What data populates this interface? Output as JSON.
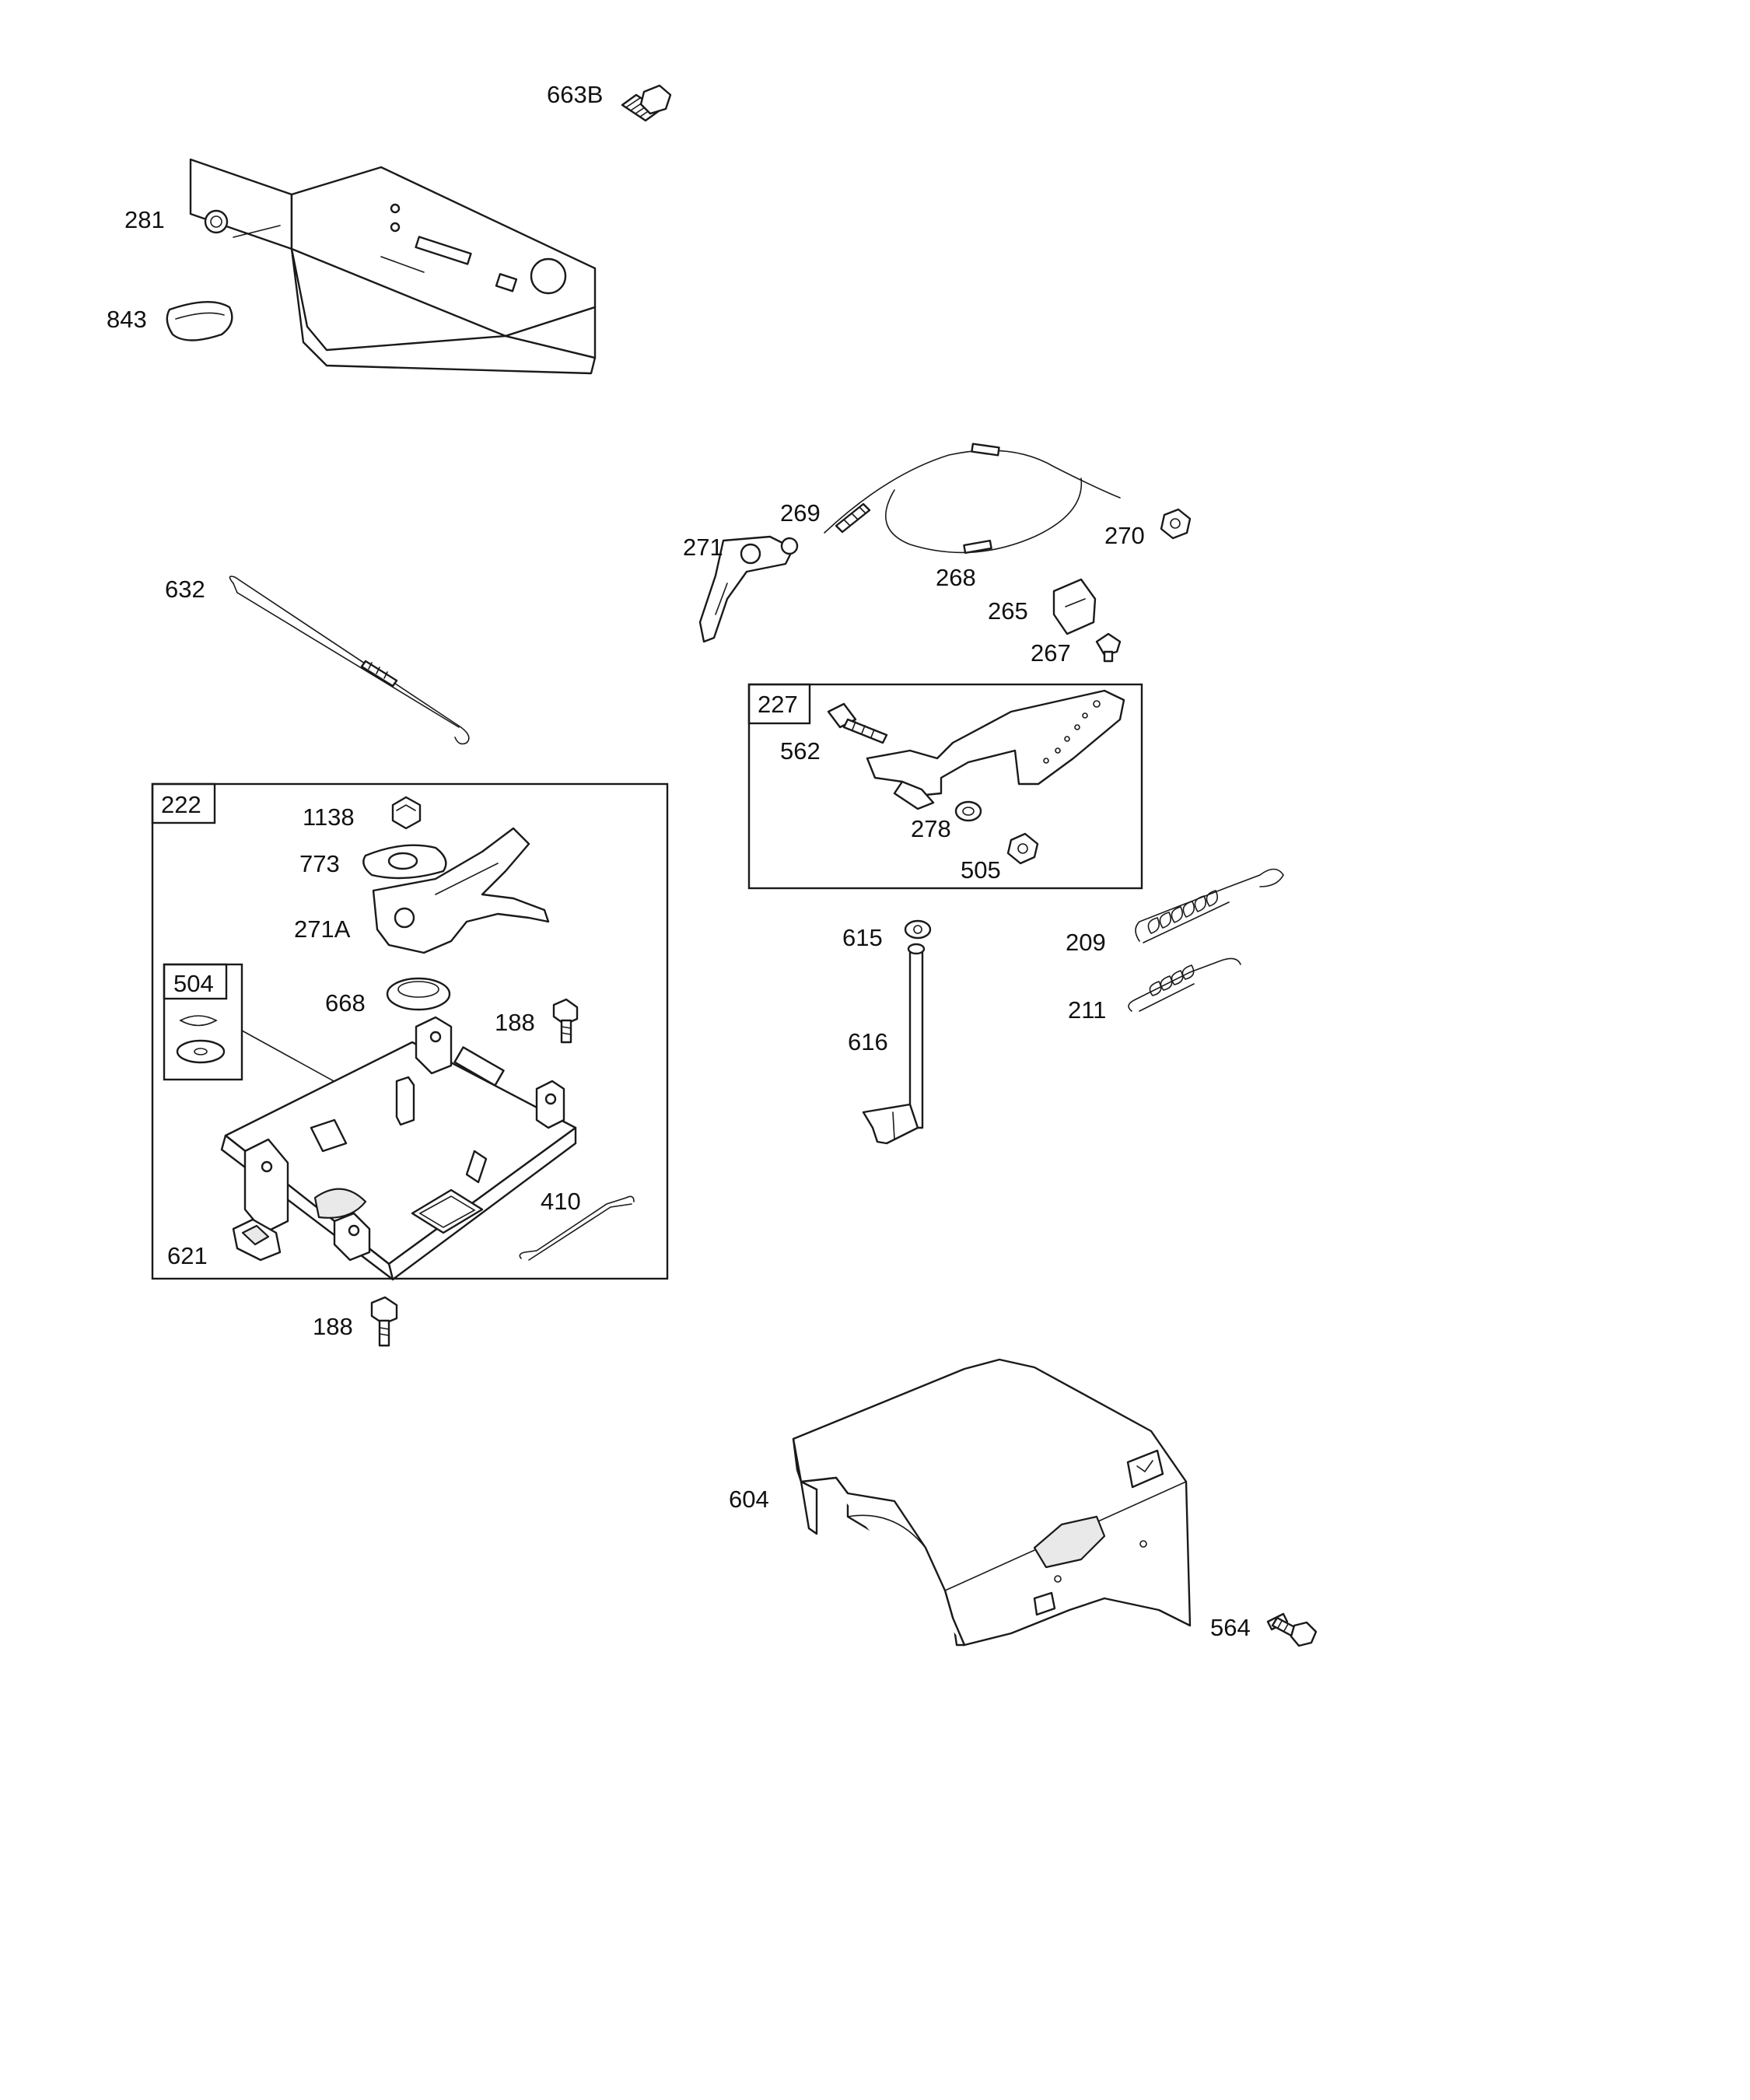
{
  "callouts": {
    "p663B": "663B",
    "p281": "281",
    "p843": "843",
    "p269": "269",
    "p271": "271",
    "p270": "270",
    "p268": "268",
    "p265": "265",
    "p267": "267",
    "p632": "632",
    "p227": "227",
    "p562": "562",
    "p278": "278",
    "p505": "505",
    "p222": "222",
    "p1138": "1138",
    "p773": "773",
    "p271A": "271A",
    "p504": "504",
    "p668": "668",
    "p188a": "188",
    "p410": "410",
    "p621": "621",
    "p188b": "188",
    "p615": "615",
    "p616": "616",
    "p209": "209",
    "p211": "211",
    "p604": "604",
    "p564": "564"
  }
}
